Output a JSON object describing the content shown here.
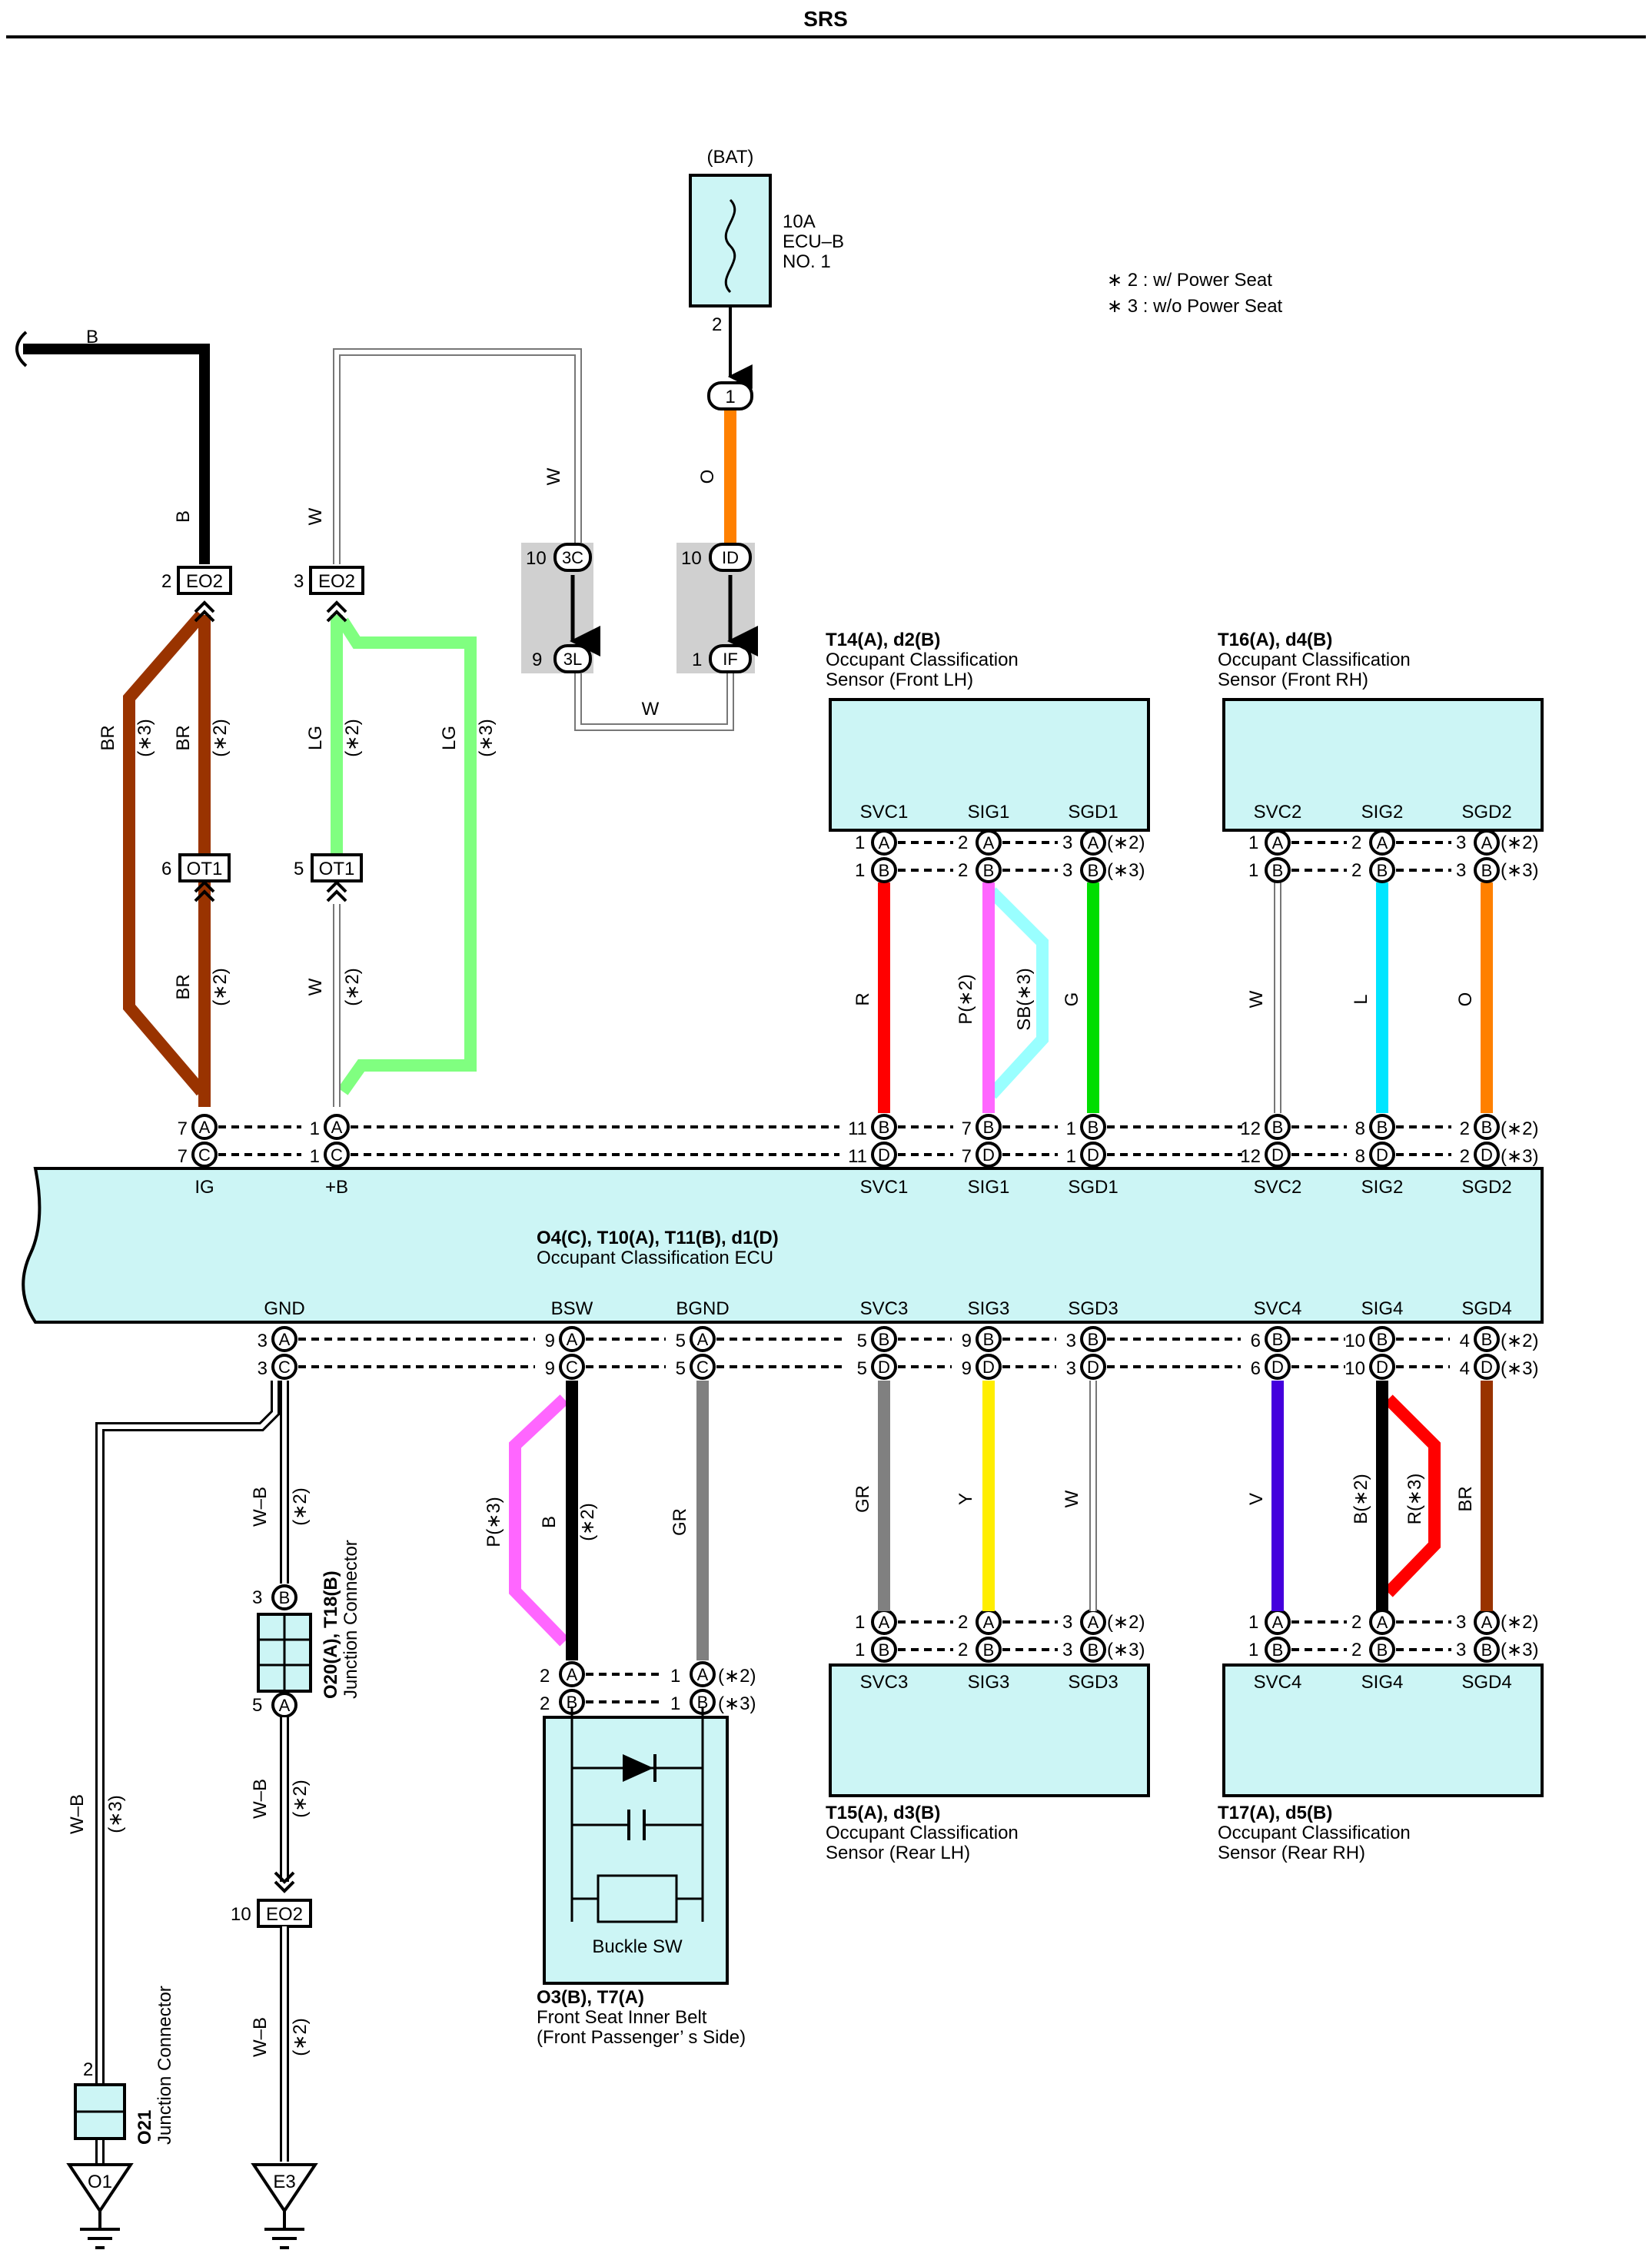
{
  "header": {
    "title": "SRS"
  },
  "legend": {
    "notes": [
      "∗ 2 : w/ Power Seat",
      "∗ 3 : w/o Power Seat"
    ]
  },
  "colors": {
    "B": "#000000",
    "W": "#ffffff",
    "O": "#ff8000",
    "BR": "#993300",
    "LG": "#80ff80",
    "R": "#ff0000",
    "P": "#ff66ff",
    "SB": "#99ffff",
    "G": "#00dd00",
    "L": "#00e5ff",
    "GR": "#808080",
    "Y": "#ffee00",
    "V": "#4400dd",
    "component_fill": "#ccf5f5",
    "joint_fill": "#d0d0d0"
  },
  "fuse": {
    "source": "(BAT)",
    "label_lines": [
      "10A",
      "ECU–B",
      "NO. 1"
    ],
    "pin": "2",
    "connector_id": "1"
  },
  "junctions": {
    "joint_top_left": {
      "pin_top": "10",
      "id_top": "3C",
      "pin_bottom": "9",
      "id_bottom": "3L"
    },
    "joint_top_right": {
      "pin_top": "10",
      "id_top": "ID",
      "pin_bottom": "1",
      "id_bottom": "IF"
    },
    "eo2_a": {
      "pin": "2",
      "id": "EO2"
    },
    "eo2_b": {
      "pin": "3",
      "id": "EO2"
    },
    "ot1_a": {
      "pin": "6",
      "id": "OT1"
    },
    "ot1_b": {
      "pin": "5",
      "id": "OT1"
    },
    "eo2_gnd": {
      "pin": "10",
      "id": "EO2"
    }
  },
  "wire_labels": {
    "top_b": "B",
    "b_vert": "B",
    "w_vert": "W",
    "w_loop": "W",
    "w_bottom": "W",
    "o": "O",
    "br3": "BR",
    "br3_note": "(∗3)",
    "br2": "BR",
    "br2_note": "(∗2)",
    "lg2": "LG",
    "lg2_note": "(∗2)",
    "lg3": "LG",
    "lg3_note": "(∗3)",
    "br_low": "BR",
    "br_low_note": "(∗2)",
    "w_low": "W",
    "w_low_note": "(∗2)",
    "r": "R",
    "p2": "P(∗2)",
    "sb3": "SB(∗3)",
    "g": "G",
    "w_fr": "W",
    "l": "L",
    "o_fr": "O",
    "p3": "P(∗3)",
    "b_bsw": "B",
    "b_bsw_note": "(∗2)",
    "gr": "GR",
    "gr2": "GR",
    "y": "Y",
    "w_rl": "W",
    "v": "V",
    "b2": "B(∗2)",
    "r3": "R(∗3)",
    "br_rr": "BR",
    "wb1": "W–B",
    "wb1_note": "(∗2)",
    "wb2": "W–B",
    "wb2_note": "(∗2)",
    "wb3": "W–B",
    "wb3_note": "(∗2)",
    "wb4": "W–B",
    "wb4_note": "(∗3)"
  },
  "sensor_fl": {
    "name_lines": [
      "T14(A), d2(B)",
      "Occupant Classification",
      "Sensor (Front LH)"
    ],
    "terminals": [
      "SVC1",
      "SIG1",
      "SGD1"
    ],
    "row_a": {
      "pins": [
        "1",
        "2",
        "3"
      ],
      "letter": "A",
      "note": "(∗2)"
    },
    "row_b": {
      "pins": [
        "1",
        "2",
        "3"
      ],
      "letter": "B",
      "note": "(∗3)"
    }
  },
  "sensor_fr": {
    "name_lines": [
      "T16(A), d4(B)",
      "Occupant Classification",
      "Sensor (Front RH)"
    ],
    "terminals": [
      "SVC2",
      "SIG2",
      "SGD2"
    ],
    "row_a": {
      "pins": [
        "1",
        "2",
        "3"
      ],
      "letter": "A",
      "note": "(∗2)"
    },
    "row_b": {
      "pins": [
        "1",
        "2",
        "3"
      ],
      "letter": "B",
      "note": "(∗3)"
    }
  },
  "sensor_rl": {
    "name_lines": [
      "T15(A), d3(B)",
      "Occupant Classification",
      "Sensor (Rear LH)"
    ],
    "terminals": [
      "SVC3",
      "SIG3",
      "SGD3"
    ],
    "row_a": {
      "pins": [
        "1",
        "2",
        "3"
      ],
      "letter": "A",
      "note": "(∗2)"
    },
    "row_b": {
      "pins": [
        "1",
        "2",
        "3"
      ],
      "letter": "B",
      "note": "(∗3)"
    }
  },
  "sensor_rr": {
    "name_lines": [
      "T17(A), d5(B)",
      "Occupant Classification",
      "Sensor (Rear RH)"
    ],
    "terminals": [
      "SVC4",
      "SIG4",
      "SGD4"
    ],
    "row_a": {
      "pins": [
        "1",
        "2",
        "3"
      ],
      "letter": "A",
      "note": "(∗2)"
    },
    "row_b": {
      "pins": [
        "1",
        "2",
        "3"
      ],
      "letter": "B",
      "note": "(∗3)"
    }
  },
  "ecu": {
    "name_lines": [
      "O4(C), T10(A), T11(B), d1(D)",
      "Occupant Classification ECU"
    ],
    "top_terminals": [
      "IG",
      "+B",
      "SVC1",
      "SIG1",
      "SGD1",
      "SVC2",
      "SIG2",
      "SGD2"
    ],
    "top_pins_row1": [
      "7",
      "1",
      "11",
      "7",
      "1",
      "12",
      "8",
      "2"
    ],
    "top_letters_row1": [
      "A",
      "A",
      "B",
      "B",
      "B",
      "B",
      "B",
      "B"
    ],
    "top_pins_row2": [
      "7",
      "1",
      "11",
      "7",
      "1",
      "12",
      "8",
      "2"
    ],
    "top_letters_row2": [
      "C",
      "C",
      "D",
      "D",
      "D",
      "D",
      "D",
      "D"
    ],
    "top_note_row1": "(∗2)",
    "top_note_row2": "(∗3)",
    "bottom_terminals": [
      "GND",
      "BSW",
      "BGND",
      "SVC3",
      "SIG3",
      "SGD3",
      "SVC4",
      "SIG4",
      "SGD4"
    ],
    "bottom_pins_row1": [
      "3",
      "9",
      "5",
      "5",
      "9",
      "3",
      "6",
      "10",
      "4"
    ],
    "bottom_letters_row1": [
      "A",
      "A",
      "A",
      "B",
      "B",
      "B",
      "B",
      "B",
      "B"
    ],
    "bottom_pins_row2": [
      "3",
      "9",
      "5",
      "5",
      "9",
      "3",
      "6",
      "10",
      "4"
    ],
    "bottom_letters_row2": [
      "C",
      "C",
      "C",
      "D",
      "D",
      "D",
      "D",
      "D",
      "D"
    ],
    "bottom_note_row1": "(∗2)",
    "bottom_note_row2": "(∗3)"
  },
  "buckle": {
    "name_lines": [
      "O3(B), T7(A)",
      "Front Seat Inner Belt",
      "(Front Passenger’ s Side)"
    ],
    "inner_label": "Buckle SW",
    "row_a": {
      "pin": "2",
      "letter": "A",
      "pin2": "1",
      "letter2": "A",
      "note": "(∗2)"
    },
    "row_b": {
      "pin": "2",
      "letter": "B",
      "pin2": "1",
      "letter2": "B",
      "note": "(∗3)"
    }
  },
  "jc_o20": {
    "name_lines": [
      "O20(A), T18(B)",
      "Junction Connector"
    ],
    "pin_top": "3",
    "letter_top": "B",
    "pin_bottom": "5",
    "letter_bottom": "A"
  },
  "jc_o21": {
    "name_lines": [
      "O21",
      "Junction Connector"
    ],
    "pin": "2"
  },
  "grounds": {
    "left": "O1",
    "right": "E3"
  }
}
